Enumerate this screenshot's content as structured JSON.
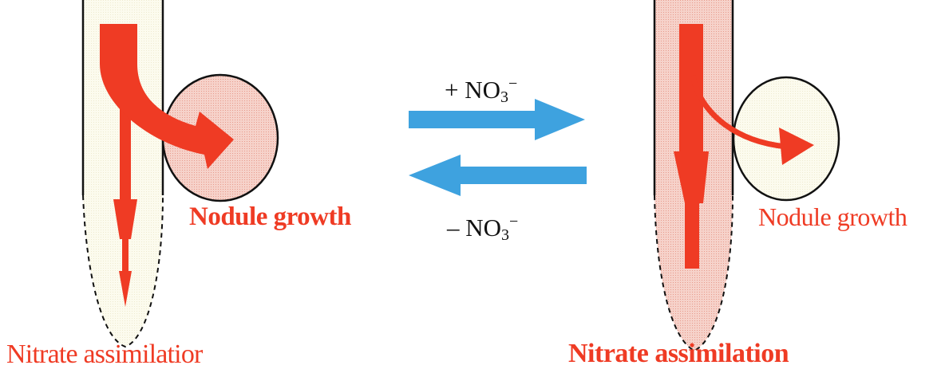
{
  "colors": {
    "red": "#ef3b24",
    "pink_fill": "#f4c6bd",
    "cream_fill": "#fbf9ea",
    "blue_arrow": "#3ea2df",
    "outline": "#111111"
  },
  "left_root": {
    "nodule_label": "Nodule growth",
    "nitrate_label": "Nitrate assimilatior"
  },
  "right_root": {
    "nodule_label": "Nodule growth",
    "nitrate_label": "Nitrate assimilation"
  },
  "transition": {
    "forward": {
      "sign": "+",
      "chem": "NO",
      "sub": "3",
      "sup": "−"
    },
    "reverse": {
      "sign": "–",
      "chem": "NO",
      "sub": "3",
      "sup": "−"
    }
  }
}
